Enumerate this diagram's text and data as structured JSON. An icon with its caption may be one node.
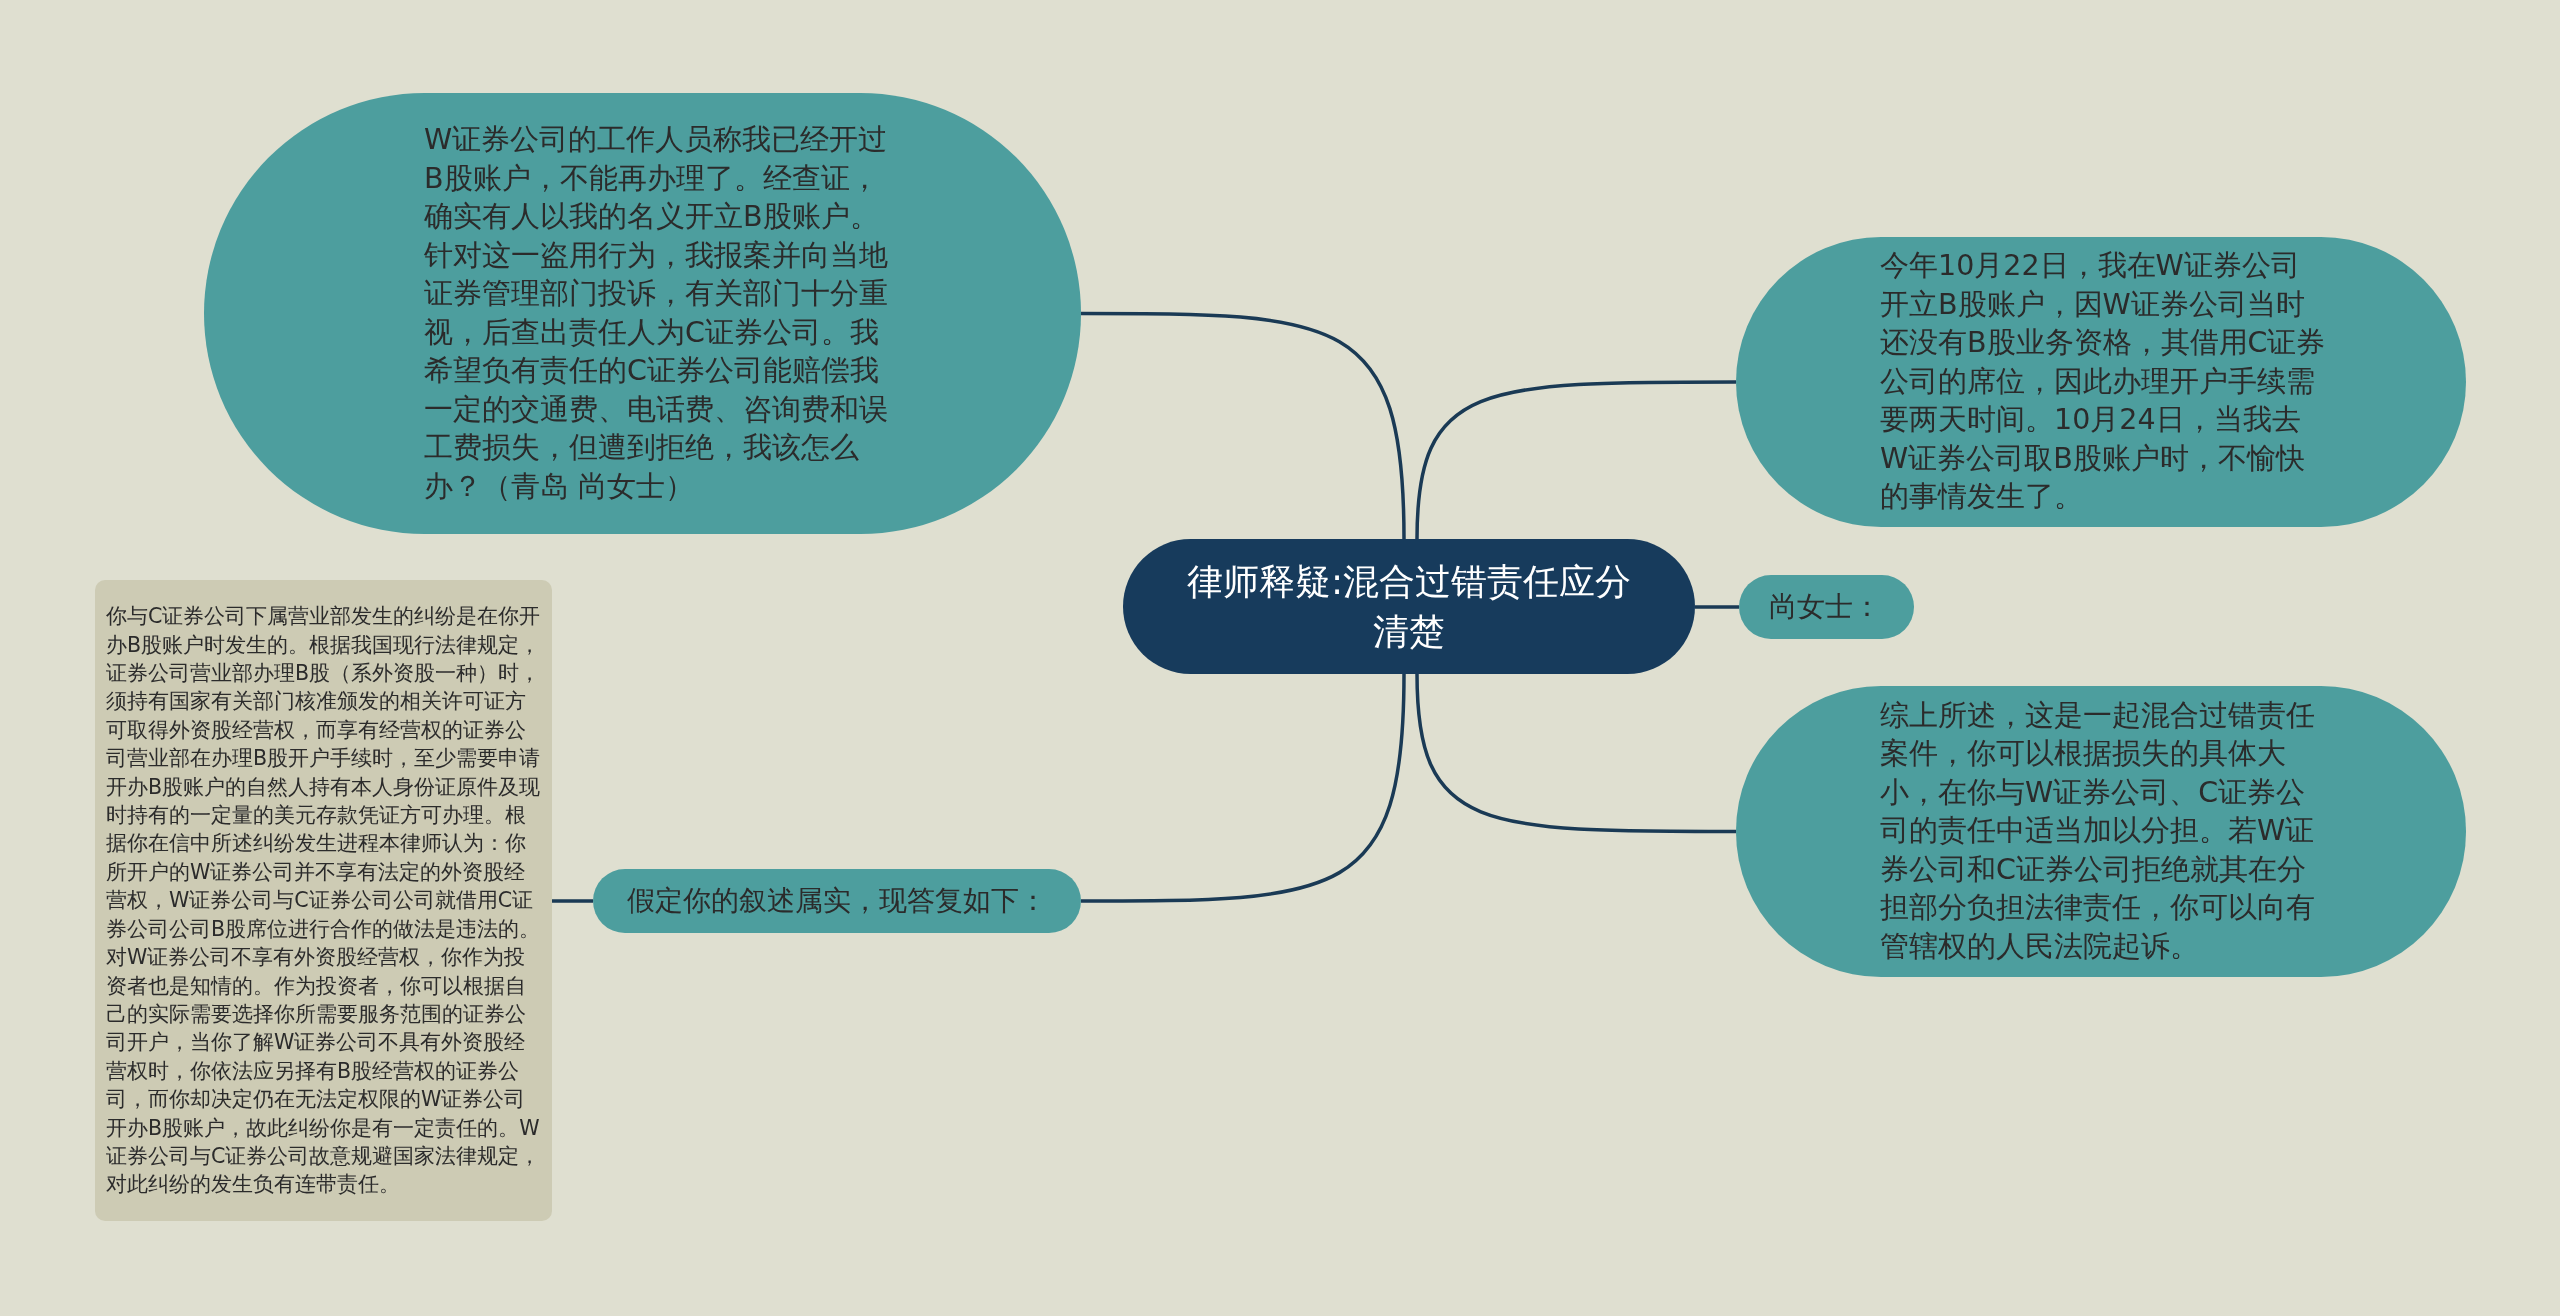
{
  "diagram": {
    "nodes": [
      {
        "text": [
          "律师释疑:混合过错责任应分清楚"
        ]
      },
      {
        "text": [
          "W证券公司的工作人员称我已经开过B股账户，不能再办理了。经查证，确实有人以我的名义开立B股账户。针对这一盗用行为，我报案并向当地证券管理部门投诉，有关部门十分重视，后查出责任人为C证券公司。我希望负有责任的C证券公司能赔偿我一定的交通费、电话费、咨询费和误工费损失，但遭到拒绝，我该怎么办？（青岛  尚女士）"
        ]
      },
      {
        "text": [
          "今年10月22日，我在W证券公司开立B股账户，因W证券公司当时还没有B股业务资格，其借用C证券公司的席位，因此办理开户手续需要两天时间。10月24日，当我去W证券公司取B股账户时，不愉快的事情发生了。"
        ]
      },
      {
        "text": [
          "尚女士："
        ]
      },
      {
        "text": [
          "综上所述，这是一起混合过错责任案件，你可以根据损失的具体大小，在你与W证券公司、C证券公司的责任中适当加以分担。若W证券公司和C证券公司拒绝就其在分担部分负担法律责任，你可以向有管辖权的人民法院起诉。"
        ]
      },
      {
        "text": [
          "假定你的叙述属实，现答复如下："
        ]
      },
      {
        "text": [
          "你与C证券公司下属营业部发生的纠纷是在你开办B股账户时发生的。根据我国现行法律规定，证券公司营业部办理B股（系外资股一种）时，须持有国家有关部门核准颁发的相关许可证方可取得外资股经营权，而享有经营权的证券公司营业部在办理B股开户手续时，至少需要申请开办B股账户的自然人持有本人身份证原件及现时持有的一定量的美元存款凭证方可办理。根据你在信中所述纠纷发生进程本律师认为：你所开户的W证券公司并不享有法定的外资股经营权，W证券公司与C证券公司公司就借用C证券公司公司B股席位进行合作的做法是违法的。对W证券公司不享有外资股经营权，你作为投资者也是知情的。作为投资者，你可以根据自己的实际需要选择你所需要服务范围的证券公司开户，当你了解W证券公司不具有外资股经营权时，你依法应另择有B股经营权的证券公司，而你却决定仍在无法定权限的W证券公司开办B股账户，故此纠纷你是有一定责任的。W证券公司与C证券公司故意规避国家法律规定，对此纠纷的发生负有连带责任。"
        ]
      }
    ],
    "edges": [
      {
        "from": 0,
        "to": 1,
        "arrow": "none"
      },
      {
        "from": 0,
        "to": 2,
        "arrow": "none"
      },
      {
        "from": 0,
        "to": 3,
        "arrow": "none"
      },
      {
        "from": 0,
        "to": 4,
        "arrow": "none"
      },
      {
        "from": 0,
        "to": 5,
        "arrow": "none"
      },
      {
        "from": 5,
        "to": 6,
        "arrow": "none"
      }
    ]
  }
}
